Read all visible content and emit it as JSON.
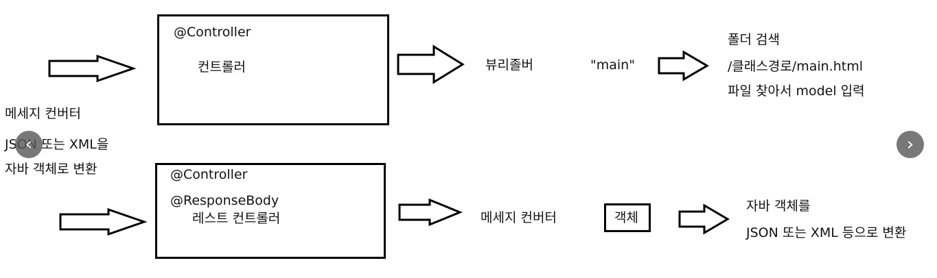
{
  "top_flow": {
    "controller_annotation": "@Controller",
    "controller_label": "컨트롤러",
    "view_resolver": "뷰리졸버",
    "view_name": "\"main\"",
    "result_line1": "폴더 검색",
    "result_line2": "/클래스경로/main.html",
    "result_line3": "파일 찾아서 model 입력"
  },
  "left_note": {
    "line1": "메세지 컨버터",
    "line2": "JSON 또는 XML을",
    "line3": "자바 객체로 변환"
  },
  "bottom_flow": {
    "annotation1": "@Controller",
    "annotation2": "@ResponseBody",
    "controller_label": "레스트 컨트롤러",
    "message_converter": "메세지 컨버터",
    "object_label": "객체",
    "result_line1": "자바 객체를",
    "result_line2": "JSON 또는 XML 등으로 변환"
  },
  "carousel": {
    "prev_glyph": "‹",
    "next_glyph": "›"
  }
}
